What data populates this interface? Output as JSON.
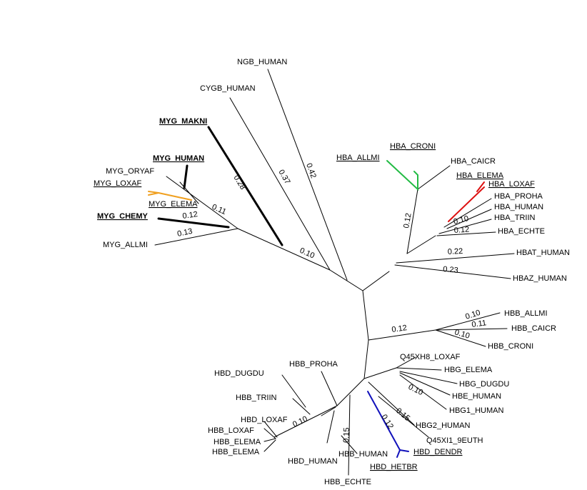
{
  "taxa": {
    "ngb_human": "NGB_HUMAN",
    "cygb_human": "CYGB_HUMAN",
    "myg_makni": "MYG_MAKNI",
    "myg_human": "MYG_HUMAN",
    "myg_oryaf": "MYG_ORYAF",
    "myg_loxaf": "MYG_LOXAF",
    "myg_elema": "MYG_ELEMA",
    "myg_chemy": "MYG_CHEMY",
    "myg_allmi": "MYG_ALLMI",
    "hba_croni": "HBA_CRONI",
    "hba_allmi": "HBA_ALLMI",
    "hba_caicr": "HBA_CAICR",
    "hba_elema": "HBA_ELEMA",
    "hba_loxaf": "HBA_LOXAF",
    "hba_proha": "HBA_PROHA",
    "hba_human": "HBA_HUMAN",
    "hba_triin": "HBA_TRIIN",
    "hba_echte": "HBA_ECHTE",
    "hbat_human": "HBAT_HUMAN",
    "hbaz_human": "HBAZ_HUMAN",
    "hbb_allmi": "HBB_ALLMI",
    "hbb_caicr": "HBB_CAICR",
    "hbb_croni": "HBB_CRONI",
    "q45xh8_loxaf": "Q45XH8_LOXAF",
    "hbg_elema": "HBG_ELEMA",
    "hbg_dugdu": "HBG_DUGDU",
    "hbe_human": "HBE_HUMAN",
    "hbg1_human": "HBG1_HUMAN",
    "hbg2_human": "HBG2_HUMAN",
    "q45xi1_9euth": "Q45XI1_9EUTH",
    "hbd_dendr": "HBD_DENDR",
    "hbd_hetbr": "HBD_HETBR",
    "hbb_proha": "HBB_PROHA",
    "hbd_dugdu": "HBD_DUGDU",
    "hbb_triin": "HBB_TRIIN",
    "hbd_loxaf": "HBD_LOXAF",
    "hbb_loxaf": "HBB_LOXAF",
    "hbb_elema_1": "HBB_ELEMA",
    "hbb_elema_2": "HBB_ELEMA",
    "hbb_human": "HBB_HUMAN",
    "hbd_human": "HBD_HUMAN",
    "hbb_echte": "HBB_ECHTE"
  },
  "branch_lengths": {
    "ngb": "0.42",
    "cygb": "0.37",
    "makni": "0.28",
    "myg_clade": "0.10",
    "myg_inner": "0.11",
    "chemy": "0.12",
    "allmi": "0.13",
    "hba_stem": "0.12",
    "hba_triin": "0.10",
    "hba_echte": "0.12",
    "hbat": "0.22",
    "hbaz": "0.23",
    "hbb_croc": "0.12",
    "hbb_allmi": "0.10",
    "hbb_caicr": "0.11",
    "hbb_croni": "0.10",
    "hbe": "0.10",
    "hbg2": "0.15",
    "hbd_afro": "0.12",
    "hbb_main": "0.10",
    "hbb_echte": "0.15"
  },
  "highlight_colors": {
    "black_thick": "#000000",
    "orange": "#f0a020",
    "green": "#22bb44",
    "red": "#dd1111",
    "blue": "#1111bb"
  }
}
